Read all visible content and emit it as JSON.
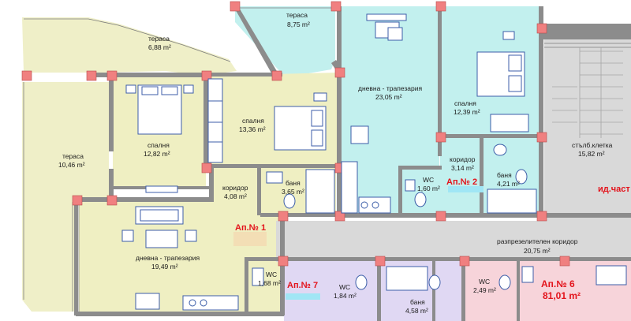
{
  "colors": {
    "terrace": "#efefc8",
    "apt1": "#efefc2",
    "apt2": "#c2f0ee",
    "corridor": "#d9d9d9",
    "apt7": "#e0d8f3",
    "apt6": "#f7d4da",
    "wall": "#8c8c8c",
    "column": "#f08080",
    "label_red": "#e3131b"
  },
  "rooms": {
    "terrace_top": {
      "name": "тераса",
      "area": "6,88 m²"
    },
    "terrace_left": {
      "name": "тераса",
      "area": "10,46 m²"
    },
    "terrace_top_center": {
      "name": "тераса",
      "area": "8,75 m²"
    },
    "bedroom_1": {
      "name": "спалня",
      "area": "12,82 m²"
    },
    "bedroom_2": {
      "name": "спалня",
      "area": "13,36 m²"
    },
    "corridor_1": {
      "name": "коридор",
      "area": "4,08 m²"
    },
    "bath_1": {
      "name": "баня",
      "area": "3,65 m²"
    },
    "living_1": {
      "name": "дневна - трапезария",
      "area": "19,49 m²"
    },
    "wc_1": {
      "name": "WC",
      "area": "1,68 m²"
    },
    "living_2": {
      "name": "дневна - трапезария",
      "area": "23,05 m²"
    },
    "bedroom_3": {
      "name": "спалня",
      "area": "12,39 m²"
    },
    "corridor_2": {
      "name": "коридор",
      "area": "3,14 m²"
    },
    "wc_2": {
      "name": "WC",
      "area": "1,60 m²"
    },
    "bath_2": {
      "name": "баня",
      "area": "4,21 m²"
    },
    "staircase": {
      "name": "стълб.клетка",
      "area": "15,82 m²"
    },
    "dist_corridor": {
      "name": "разпрезелителен коридор",
      "area": "20,75 m²"
    },
    "wc_7": {
      "name": "WC",
      "area": "1,84 m²"
    },
    "bath_7": {
      "name": "баня",
      "area": "4,58 m²"
    },
    "wc_6": {
      "name": "WC",
      "area": "2,49 m²"
    }
  },
  "apartments": {
    "a1": "Ап.№ 1",
    "a2": "Ап.№ 2",
    "a7": "Ап.№ 7",
    "a6": "Ап.№ 6",
    "a6_area": "81,01 m²",
    "ideal": "ид.част"
  }
}
